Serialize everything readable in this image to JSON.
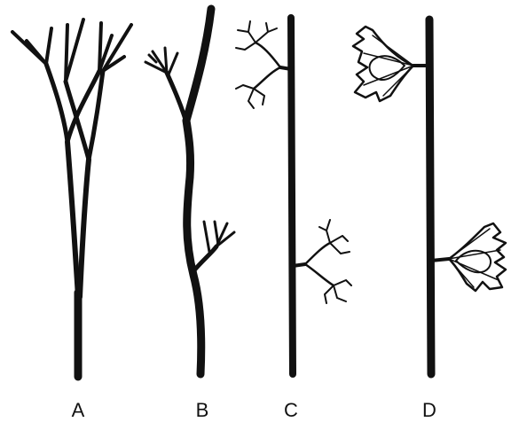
{
  "panels": [
    {
      "label": "A"
    },
    {
      "label": "B"
    },
    {
      "label": "C"
    },
    {
      "label": "D"
    }
  ],
  "colors": {
    "ink": "#111111",
    "background": "#ffffff"
  }
}
